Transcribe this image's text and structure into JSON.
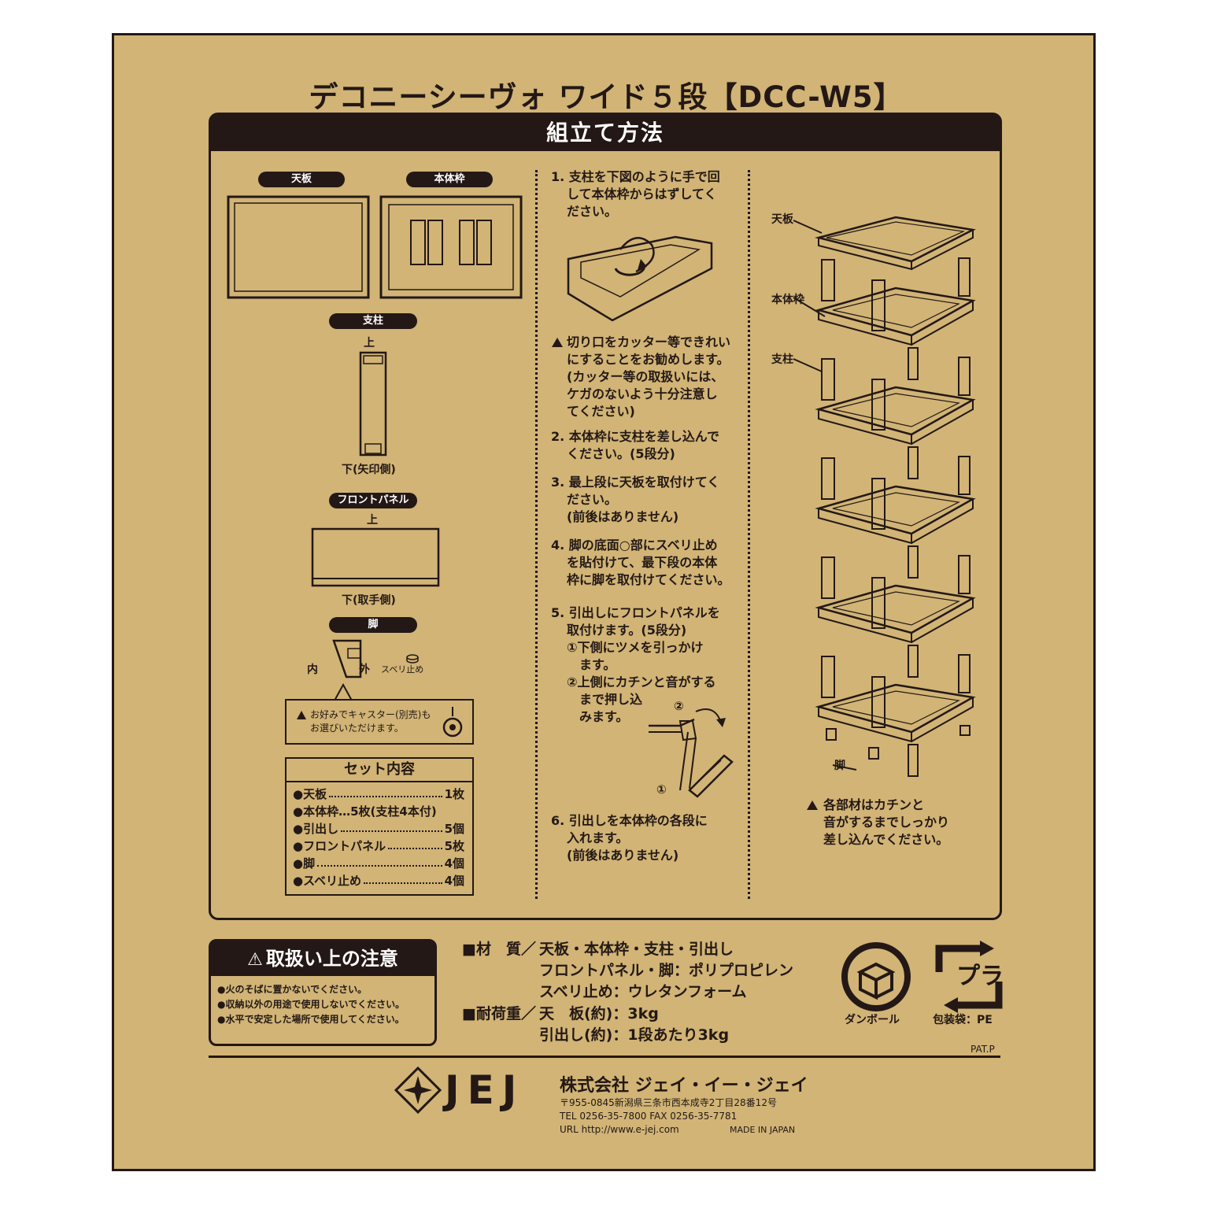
{
  "title": "デコニーシーヴォ ワイド５段【DCC-W5】",
  "section_title": "組立て方法",
  "parts": {
    "top_board": "天板",
    "frame": "本体枠",
    "pillar": "支柱",
    "pillar_up": "上",
    "pillar_down": "下(矢印側)",
    "front_panel": "フロントパネル",
    "panel_up": "上",
    "panel_down": "下(取手側)",
    "leg": "脚",
    "leg_inner": "内",
    "leg_outer": "外",
    "anti_slip": "スベリ止め",
    "caster_note_1": "お好みでキャスター(別売)も",
    "caster_note_2": "お選びいただけます。"
  },
  "set_contents": {
    "title": "セット内容",
    "items": [
      {
        "name": "●天板",
        "qty": "1枚"
      },
      {
        "name": "●本体枠…5枚(支柱4本付)",
        "qty": ""
      },
      {
        "name": "●引出し",
        "qty": "5個"
      },
      {
        "name": "●フロントパネル",
        "qty": "5枚"
      },
      {
        "name": "●脚",
        "qty": "4個"
      },
      {
        "name": "●スベリ止め",
        "qty": "4個"
      }
    ]
  },
  "steps": {
    "s1": [
      "1. 支柱を下図のように手で回",
      "して本体枠からはずしてく",
      "ださい。"
    ],
    "warn": [
      "切り口をカッター等できれい",
      "にすることをお勧めします。",
      "(カッター等の取扱いには、",
      "ケガのないよう十分注意し",
      "てください)"
    ],
    "s2": [
      "2. 本体枠に支柱を差し込んで",
      "ください。(5段分)"
    ],
    "s3": [
      "3. 最上段に天板を取付けてく",
      "ださい。",
      "(前後はありません)"
    ],
    "s4": [
      "4. 脚の底面○部にスベリ止め",
      "を貼付けて、最下段の本体",
      "枠に脚を取付けてください。"
    ],
    "s5": [
      "5. 引出しにフロントパネルを",
      "取付けます。(5段分)",
      "①下側にツメを引っかけ",
      "ます。",
      "②上側にカチンと音がする",
      "まで押し込",
      "みます。"
    ],
    "s6": [
      "6. 引出しを本体枠の各段に",
      "入れます。",
      "(前後はありません)"
    ],
    "mark1": "①",
    "mark2": "②"
  },
  "diagram": {
    "top_board": "天板",
    "frame": "本体枠",
    "pillar": "支柱",
    "leg": "脚",
    "warn": [
      "各部材はカチンと",
      "音がするまでしっかり",
      "差し込んでください。"
    ]
  },
  "caution": {
    "title": "取扱い上の注意",
    "items": [
      "●火のそばに置かないでください。",
      "●収納以外の用途で使用しないでください。",
      "●水平で安定した場所で使用してください。"
    ]
  },
  "specs": {
    "material_label": "■材　質",
    "material": [
      "天板・本体枠・支柱・引出し",
      "フロントパネル・脚：ポリプロピレン",
      "スベリ止め：ウレタンフォーム"
    ],
    "load_label": "■耐荷重",
    "load": [
      "天　板(約)：3kg",
      "引出し(約)：1段あたり3kg"
    ]
  },
  "recycle": {
    "cardboard": "ダンボール",
    "pla_mark": "プラ",
    "packaging": "包装袋：PE"
  },
  "pat": "PAT.P",
  "company": {
    "logo": "JEJ",
    "name": "株式会社 ジェイ・イー・ジェイ",
    "address": "〒955-0845新潟県三条市西本成寺2丁目28番12号",
    "tel": "TEL 0256-35-7800 FAX 0256-35-7781",
    "url": "URL http://www.e-jej.com",
    "made": "MADE IN JAPAN"
  }
}
